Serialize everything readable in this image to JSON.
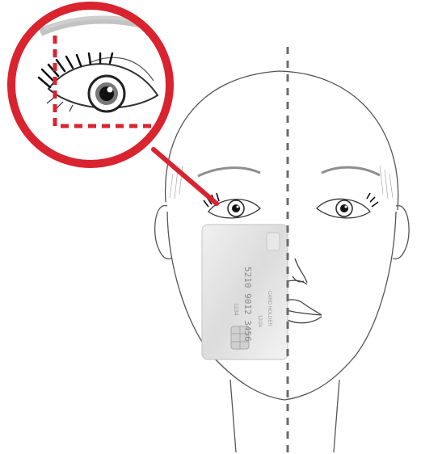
{
  "illustration": {
    "card": {
      "number": "5210 9012 3456",
      "short_code": "1234",
      "expiry": "12/24",
      "holder": "CARD HOLDER"
    },
    "colors": {
      "highlight_red": "#d9232e",
      "line_gray": "#6b6b6b",
      "card_silver": "#d8d8d8"
    }
  }
}
